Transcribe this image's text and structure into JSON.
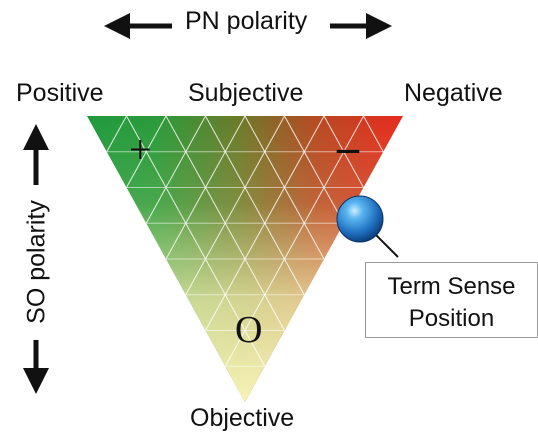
{
  "top_axis": {
    "label": "PN polarity"
  },
  "left_axis": {
    "label": "SO polarity"
  },
  "corners": {
    "left": "Positive",
    "top_center": "Subjective",
    "right": "Negative",
    "bottom": "Objective"
  },
  "symbols": {
    "positive": "+",
    "negative": "–",
    "objective": "O"
  },
  "callout": {
    "line1": "Term Sense",
    "line2": "Position"
  },
  "colors": {
    "positive": "#1f9a3e",
    "negative": "#e02a1f",
    "objective": "#f6f3b5",
    "marker": "#1e7fd0"
  }
}
